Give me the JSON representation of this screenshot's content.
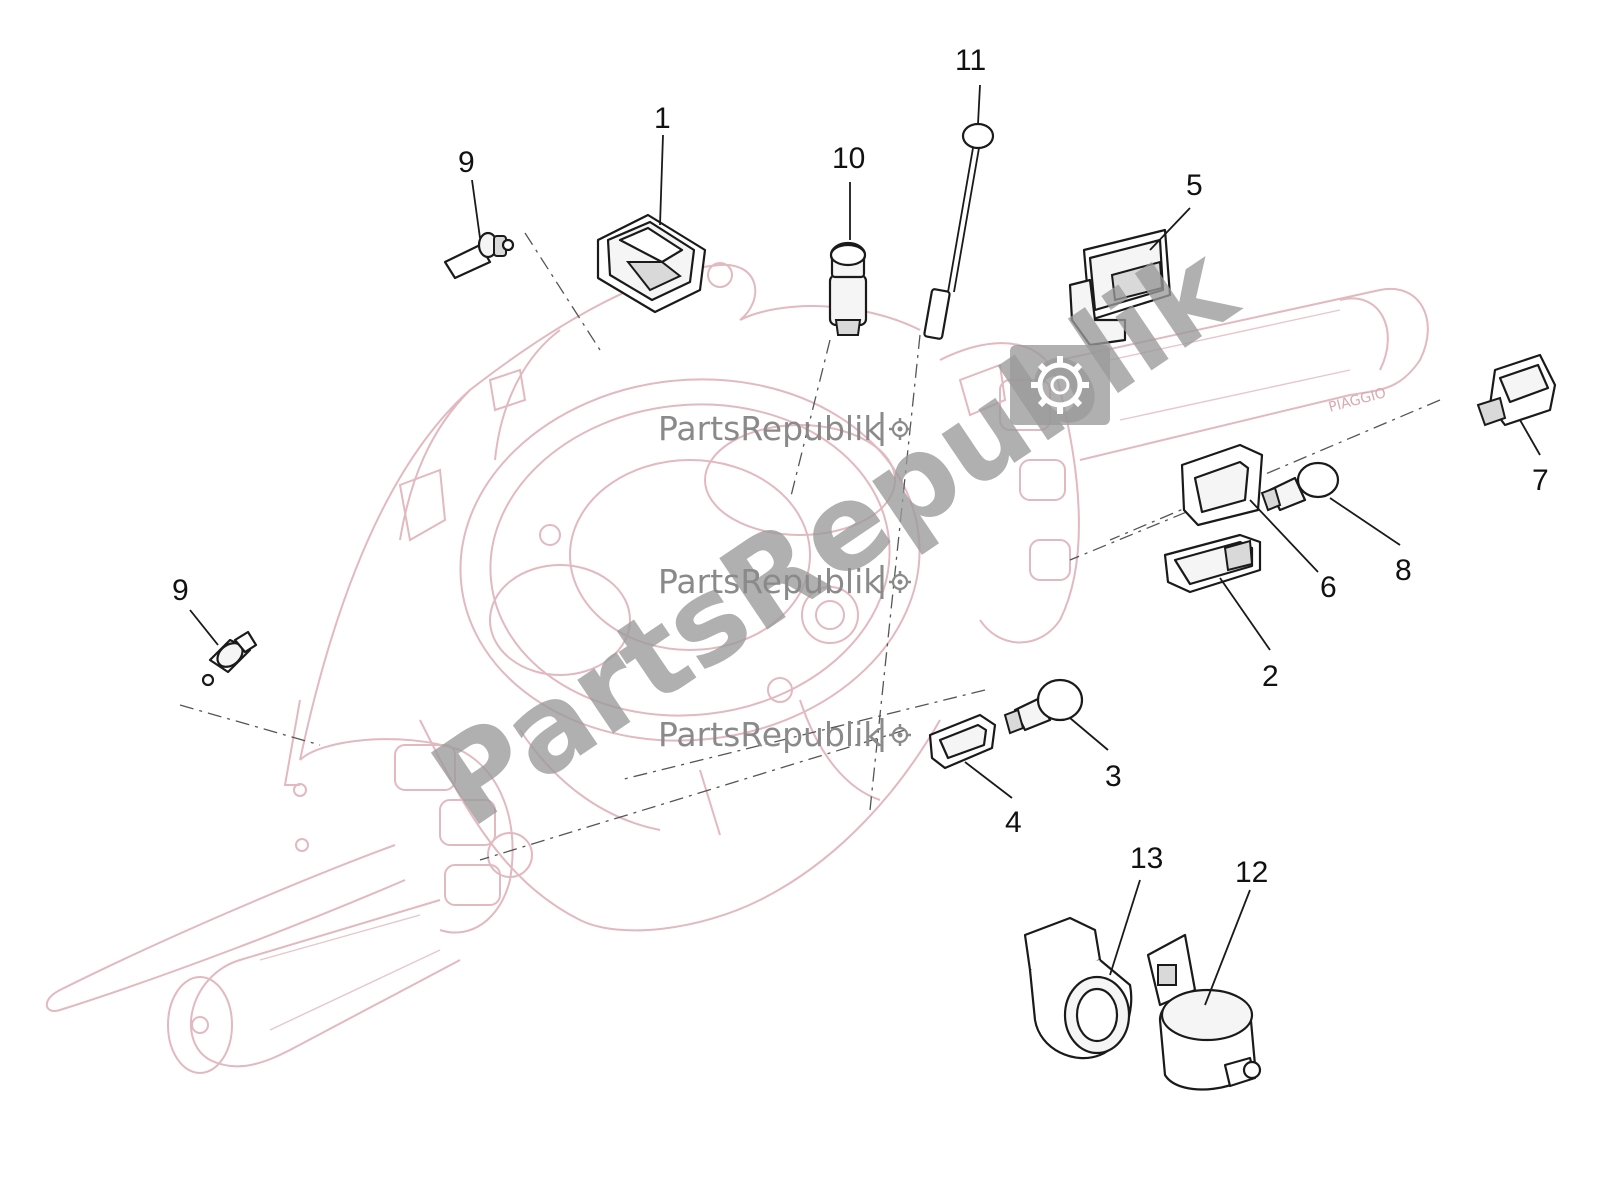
{
  "diagram": {
    "callouts": [
      "1",
      "2",
      "3",
      "4",
      "5",
      "6",
      "7",
      "8",
      "9",
      "9",
      "10",
      "11",
      "12",
      "13"
    ],
    "grip_brand": "PIAGGIO"
  },
  "watermark": {
    "text": "PartsRepublik",
    "gear_icon": "gear-icon"
  },
  "colors": {
    "outline": "#1a1a1a",
    "ghost_outline": "#e2b9bf",
    "watermark": "#8a8a8a"
  }
}
